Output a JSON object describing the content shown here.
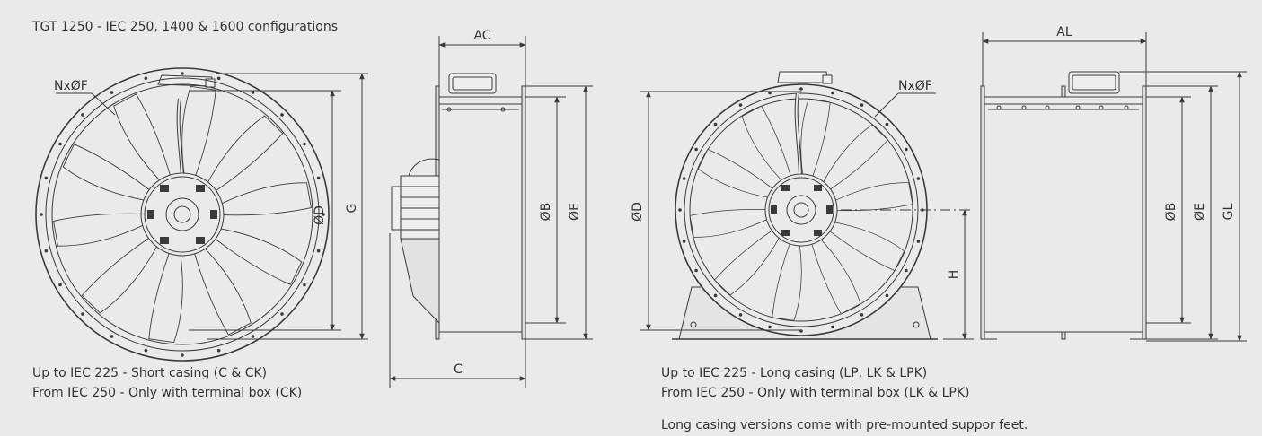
{
  "title": "TGT 1250 - IEC 250, 1400 & 1600 configurations",
  "left": {
    "note1": "Up to IEC 225 - Short casing (C & CK)",
    "note2": "From IEC 250 - Only with terminal box (CK)",
    "front": {
      "holes": "NxØF",
      "dim_d": "ØD",
      "dim_g": "G"
    },
    "side": {
      "dim_ac": "AC",
      "dim_c": "C",
      "dim_b": "ØB",
      "dim_e": "ØE"
    }
  },
  "right": {
    "note1": "Up to IEC 225 - Long casing (LP, LK & LPK)",
    "note2": "From IEC 250 - Only with terminal box (LK & LPK)",
    "note3": "Long casing versions come with pre-mounted suppor feet.",
    "front": {
      "holes": "NxØF",
      "dim_d": "ØD",
      "dim_h": "H"
    },
    "side": {
      "dim_al": "AL",
      "dim_b": "ØB",
      "dim_e": "ØE",
      "dim_gl": "GL"
    }
  },
  "colors": {
    "line": "#3a3a3a",
    "text": "#333333",
    "background": "#eaeaea"
  }
}
